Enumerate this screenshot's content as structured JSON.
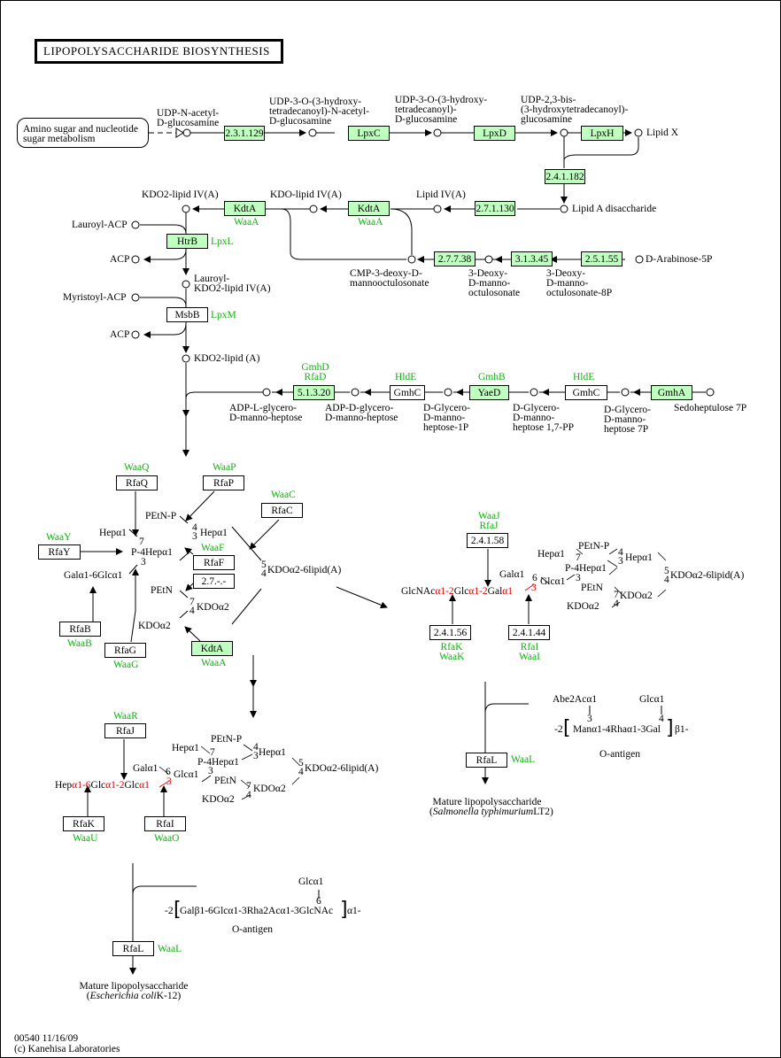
{
  "title": "LIPOPOLYSACCHARIDE BIOSYNTHESIS",
  "map_link": "Amino sugar and nucleotide sugar metabolism",
  "colors": {
    "gene_found": "#bfffbf",
    "alias_text": "#10b010",
    "linkage_highlight": "#e00000"
  },
  "footer": {
    "map_id": "00540 11/16/09",
    "copyright": "(c) Kanehisa Laboratories"
  },
  "compounds": {
    "udp_glcnac": [
      "UDP-N-acetyl-",
      "D-glucosamine"
    ],
    "udp_3o_acyl_glcnac": [
      "UDP-3-O-(3-hydroxy-",
      "tetradecanoyl)-N-acetyl-",
      "D-glucosamine"
    ],
    "udp_3o_acyl_glcn": [
      "UDP-3-O-(3-hydroxy-",
      "tetradecanoyl)-",
      "D-glucosamine"
    ],
    "udp_23_diacyl": [
      "UDP-2,3-bis-",
      "(3-hydroxytetradecanoyl)-",
      "glucosamine"
    ],
    "lipid_x": "Lipid X",
    "lipid_a_disaccharide": "Lipid A disaccharide",
    "lipid_iva": "Lipid IV(A)",
    "kdo_lipid_iva": "KDO-lipid IV(A)",
    "kdo2_lipid_iva": "KDO2-lipid IV(A)",
    "lauroyl_acp": "Lauroyl-ACP",
    "acp1": "ACP",
    "lauroyl_kdo2": [
      "Lauroyl-",
      "KDO2-lipid IV(A)"
    ],
    "myristoyl_acp": "Myristoyl-ACP",
    "acp2": "ACP",
    "kdo2_lipid_a": "KDO2-lipid (A)",
    "cmp_kdo": [
      "CMP-3-deoxy-D-",
      "mannooctulosonate"
    ],
    "kdo": [
      "3-Deoxy-",
      "D-manno-",
      "octulosonate"
    ],
    "kdo_8p": [
      "3-Deoxy-",
      "D-manno-",
      "octulosonate-8P"
    ],
    "arabinose_5p": "D-Arabinose-5P",
    "adp_l_heptose": [
      "ADP-L-glycero-",
      "D-manno-heptose"
    ],
    "adp_d_heptose": [
      "ADP-D-glycero-",
      "D-manno-heptose"
    ],
    "heptose_1p": [
      "D-Glycero-",
      "D-manno-",
      "heptose-1P"
    ],
    "heptose_17pp": [
      "D-Glycero-",
      "D-manno-",
      "heptose 1,7-PP"
    ],
    "heptose_7p": [
      "D-Glycero-",
      "D-manno-",
      "heptose 7P"
    ],
    "sedoheptulose_7p": "Sedoheptulose 7P"
  },
  "enzymes": {
    "e231129": "2.3.1.129",
    "lpxc": "LpxC",
    "lpxd": "LpxD",
    "lpxh": "LpxH",
    "e241182": "2.4.1.182",
    "e271130": "2.7.1.130",
    "kdta1": {
      "label": "KdtA",
      "alias": "WaaA"
    },
    "kdta2": {
      "label": "KdtA",
      "alias": "WaaA"
    },
    "htrb": {
      "label": "HtrB",
      "alias": "LpxL"
    },
    "msbb": {
      "label": "MsbB",
      "alias": "LpxM"
    },
    "e27738": "2.7.7.38",
    "e31345": "3.1.3.45",
    "e25155": "2.5.1.55",
    "e51320": {
      "label": "5.1.3.20",
      "alias": [
        "GmhD",
        "RfaD"
      ]
    },
    "gmhc1": {
      "label": "GmhC",
      "alias": "HldE"
    },
    "yaed": {
      "label": "YaeD",
      "alias": "GmhB"
    },
    "gmhc2": {
      "label": "GmhC",
      "alias": "HldE"
    },
    "gmha": "GmhA"
  },
  "core": {
    "rfaq": {
      "label": "RfaQ",
      "alias": "WaaQ"
    },
    "rfap": {
      "label": "RfaP",
      "alias": "WaaP"
    },
    "rfac": {
      "label": "RfaC",
      "alias": "WaaC"
    },
    "rfay": {
      "label": "RfaY",
      "alias": "WaaY"
    },
    "rfaf": {
      "label": "RfaF",
      "alias": "WaaF"
    },
    "e27": "2.7.-.-",
    "rfab": {
      "label": "RfaB",
      "alias": "WaaB"
    },
    "rfag": {
      "label": "RfaG",
      "alias": "WaaG"
    },
    "kdta3": {
      "label": "KdtA",
      "alias": "WaaA"
    },
    "labels": {
      "hep1": "Hepα1",
      "petnp": "PEtN-P",
      "n4a": "4",
      "n3a": "3",
      "hep2": "Hepα1",
      "n7": "7",
      "p4hep": "P-4Hepα1",
      "n3b": "3",
      "galglc": "Galα1-6Glcα1",
      "petn": "PEtN",
      "n7b": "7",
      "n4b": "4",
      "kdo2a": "KDOα2",
      "kdo2b": "KDOα2",
      "n5": "5",
      "n4c": "4",
      "kdo_lipid": "KDOα2-6lipid(A)"
    }
  },
  "salmonella": {
    "e241_58": {
      "label": "2.4.1.58",
      "alias": [
        "WaaJ",
        "RfaJ"
      ]
    },
    "e241_56": {
      "label": "2.4.1.56",
      "alias": [
        "RfaK",
        "WaaK"
      ]
    },
    "e241_44": {
      "label": "2.4.1.44",
      "alias": [
        "RfaI",
        "WaaI"
      ]
    },
    "chain": [
      "GlcNAc",
      "α1-2",
      "Glc",
      "α1-2",
      "Gal",
      "α1"
    ],
    "link3": "3",
    "labels": {
      "hep1": "Hepα1",
      "n7": "7",
      "petnp": "PEtN-P",
      "n4": "4",
      "hep2": "Hepα1",
      "p4hep": "P-4Hepα1",
      "n3a": "3",
      "gal": "Galα1",
      "n6": "6",
      "glc": "Glcα1",
      "n3b": "3",
      "petn": "PEtN",
      "n7b": "7",
      "kdo2a": "KDOα2",
      "kdo2b": "KDOα2",
      "n4b": "4",
      "n5": "5",
      "n4c": "4",
      "kdo_lipid": "KDOα2-6lipid(A)"
    },
    "rfal": {
      "label": "RfaL",
      "alias": "WaaL"
    },
    "oantigen": {
      "abe": "Abe2Acα1",
      "glc": "Glcα1",
      "n3": "3",
      "n4": "4",
      "pre": "-2",
      "repeat": "Manα1-4Rhaα1-3Gal",
      "post": "β1-",
      "name": "O-antigen"
    },
    "product": [
      "Mature lipopolysaccharide",
      "Salmonella typhimurium",
      "LT2"
    ]
  },
  "ecoli": {
    "rfaj": {
      "label": "RfaJ",
      "alias": "WaaR"
    },
    "rfak": {
      "label": "RfaK",
      "alias": "WaaU"
    },
    "rfai": {
      "label": "RfaI",
      "alias": "WaaO"
    },
    "chain": [
      "Hep",
      "α1-6",
      "Glc",
      "α1-2",
      "Glc",
      "α1"
    ],
    "link3": "3",
    "labels": {
      "hep1": "Hepα1",
      "n7": "7",
      "petnp": "PEtN-P",
      "n4": "4",
      "hep2": "Hepα1",
      "p4hep": "P-4Hepα1",
      "n3a": "3",
      "gal": "Galα1",
      "n6": "6",
      "glc": "Glcα1",
      "n3b": "3",
      "petn": "PEtN",
      "n7b": "7",
      "kdo2a": "KDOα2",
      "kdo2b": "KDOα2",
      "n4b": "4",
      "n5": "5",
      "n4c": "4",
      "kdo_lipid": "KDOα2-6lipid(A)"
    },
    "rfal": {
      "label": "RfaL",
      "alias": "WaaL"
    },
    "oantigen": {
      "glc": "Glcα1",
      "n6": "6",
      "pre": "-2",
      "repeat": "Galβ1-6Glcα1-3Rha2Acα1-3GlcNAc",
      "post": "α1-",
      "name": "O-antigen"
    },
    "product": [
      "Mature lipopolysaccharide",
      "Escherichia coli",
      "K-12"
    ]
  }
}
